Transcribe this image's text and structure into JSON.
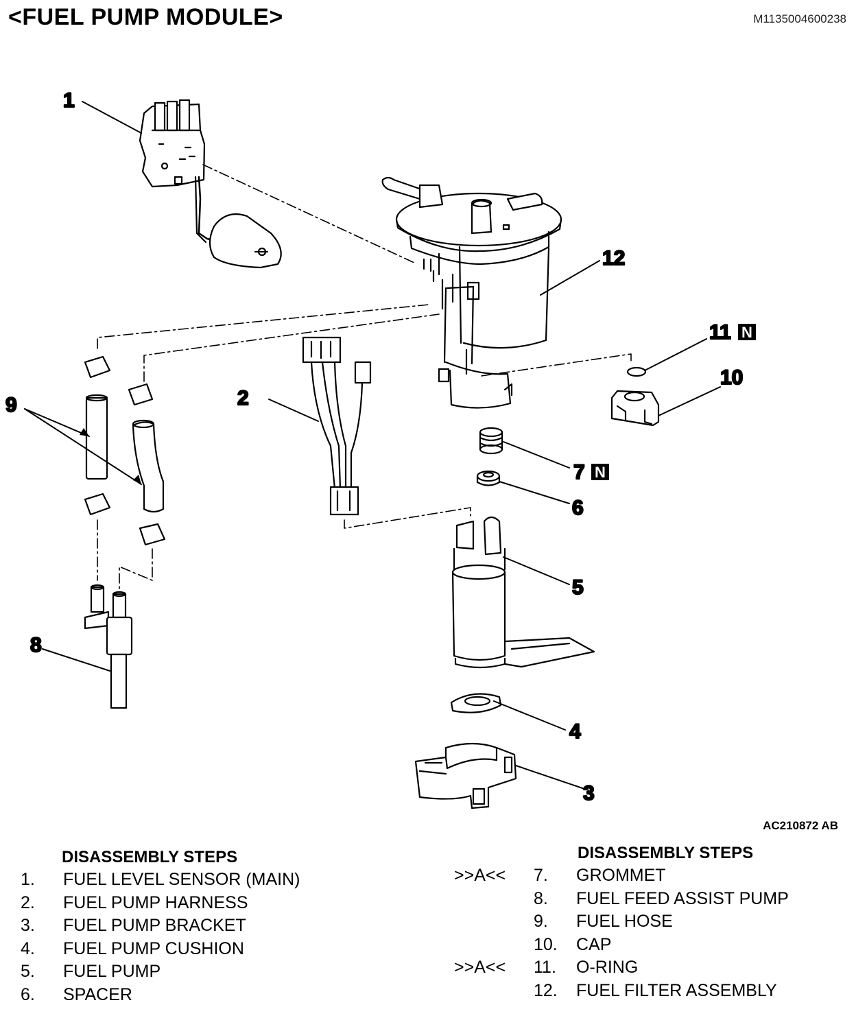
{
  "header": {
    "title": "<FUEL PUMP MODULE>",
    "doc_code": "M1135004600238"
  },
  "figure": {
    "code": "AC210872 AB",
    "callouts": [
      {
        "label": "1",
        "badge": ""
      },
      {
        "label": "2",
        "badge": ""
      },
      {
        "label": "3",
        "badge": ""
      },
      {
        "label": "4",
        "badge": ""
      },
      {
        "label": "5",
        "badge": ""
      },
      {
        "label": "6",
        "badge": ""
      },
      {
        "label": "7",
        "badge": "N"
      },
      {
        "label": "8",
        "badge": ""
      },
      {
        "label": "9",
        "badge": ""
      },
      {
        "label": "10",
        "badge": ""
      },
      {
        "label": "11",
        "badge": "N"
      },
      {
        "label": "12",
        "badge": ""
      }
    ]
  },
  "steps_left": {
    "heading": "DISASSEMBLY STEPS",
    "items": [
      {
        "num": "1.",
        "label": "FUEL LEVEL SENSOR (MAIN)"
      },
      {
        "num": "2.",
        "label": "FUEL PUMP HARNESS"
      },
      {
        "num": "3.",
        "label": "FUEL PUMP BRACKET"
      },
      {
        "num": "4.",
        "label": "FUEL PUMP CUSHION"
      },
      {
        "num": "5.",
        "label": "FUEL PUMP"
      },
      {
        "num": "6.",
        "label": "SPACER"
      }
    ]
  },
  "steps_right": {
    "heading": "DISASSEMBLY STEPS",
    "items": [
      {
        "mark": ">>A<<",
        "num": "7.",
        "label": "GROMMET"
      },
      {
        "mark": "",
        "num": "8.",
        "label": "FUEL FEED ASSIST PUMP"
      },
      {
        "mark": "",
        "num": "9.",
        "label": "FUEL HOSE"
      },
      {
        "mark": "",
        "num": "10.",
        "label": "CAP"
      },
      {
        "mark": ">>A<<",
        "num": "11.",
        "label": "O-RING"
      },
      {
        "mark": "",
        "num": "12.",
        "label": "FUEL FILTER ASSEMBLY"
      }
    ]
  }
}
